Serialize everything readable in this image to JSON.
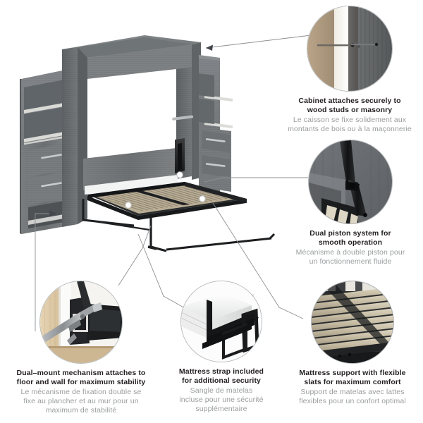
{
  "page": {
    "type": "product-feature-infographic",
    "background_color": "#ffffff",
    "product": "Murphy wall bed with storage cabinets",
    "finish_color": "#6f7274"
  },
  "colors": {
    "text_en": "#231f20",
    "text_fr": "#9a9d9f",
    "leader_line": "#8c9093",
    "circle_border": "#b9bcbe",
    "dot_fill": "#ffffff"
  },
  "callouts": [
    {
      "id": "wall-attachment",
      "photo_name": "cabinet-wall-stud-attachment-photo",
      "en": "Cabinet attaches securely to wood studs or masonry",
      "en_lines": [
        "Cabinet attaches securely to",
        "wood studs or masonry"
      ],
      "fr": "Le caisson se fixe solidement aux montants de bois ou à la maçonnerie",
      "fr_lines": [
        "Le caisson se fixe solidement aux",
        "montants de bois ou à la maçonnerie"
      ]
    },
    {
      "id": "dual-piston",
      "photo_name": "dual-piston-mechanism-photo",
      "en": "Dual piston system for smooth operation",
      "en_lines": [
        "Dual piston system for",
        "smooth operation"
      ],
      "fr": "Mécanisme à double piston pour un fonctionnement fluide",
      "fr_lines": [
        "Mécanisme à double piston pour",
        "un fonctionnement fluide"
      ]
    },
    {
      "id": "dual-mount",
      "photo_name": "dual-mount-floor-wall-bracket-photo",
      "en": "Dual–mount mechanism attaches to floor and wall for maximum stability",
      "en_lines": [
        "Dual–mount mechanism attaches to",
        "floor and wall for maximum stability"
      ],
      "fr": "Le mécanisme de fixation double se fixe au plancher et au mur pour un maximum de stabilité",
      "fr_lines": [
        "Le mécanisme de fixation double se",
        "fixe au plancher et au mur pour un",
        "maximum de stabilité"
      ]
    },
    {
      "id": "mattress-strap",
      "photo_name": "mattress-strap-photo",
      "en": "Mattress strap included for additional security",
      "en_lines": [
        "Mattress strap included",
        "for additional security"
      ],
      "fr": "Sangle de matelas incluse pour une sécurité supplémentaire",
      "fr_lines": [
        "Sangle de matelas",
        "incluse pour une sécurité",
        "supplémentaire"
      ]
    },
    {
      "id": "slat-support",
      "photo_name": "flexible-wood-slats-photo",
      "en": "Mattress support with flexible slats for maximum comfort",
      "en_lines": [
        "Mattress support with flexible",
        "slats for maximum comfort"
      ],
      "fr": "Support de matelas avec lattes flexibles pour un confort optimal",
      "fr_lines": [
        "Support de matelas avec lattes",
        "flexibles pour un confort optimal"
      ]
    }
  ]
}
